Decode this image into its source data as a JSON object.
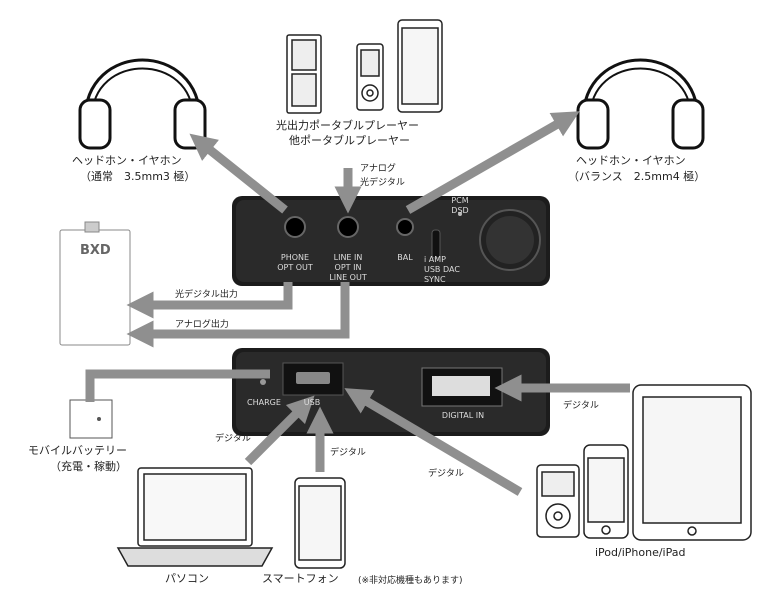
{
  "labels": {
    "headphone_left": "ヘッドホン・イヤホン",
    "headphone_left_sub": "（通常　3.5mm3 極）",
    "headphone_right": "ヘッドホン・イヤホン",
    "headphone_right_sub": "（バランス　2.5mm4 極）",
    "player_line1": "光出力ポータブルプレーヤー",
    "player_line2": "他ポータブルプレーヤー",
    "analog_top": "アナログ",
    "optical_top": "光デジタル",
    "optical_out": "光デジタル出力",
    "analog_out": "アナログ出力",
    "battery_line1": "モバイルバッテリー",
    "battery_line2": "（充電・稼動）",
    "pc": "パソコン",
    "smartphone": "スマートフォン",
    "smartphone_note": "(※非対応機種もあります)",
    "ios": "iPod/iPhone/iPad",
    "digital_pc": "デジタル",
    "digital_phone": "デジタル",
    "digital_ios_mid": "デジタル",
    "digital_ipad": "デジタル"
  },
  "panel_top": {
    "phone": "PHONE\nOPT OUT",
    "line": "LINE IN\nOPT IN\nLINE OUT",
    "bal": "BAL",
    "pcm": "PCM\nDSD",
    "switch": "i AMP\nUSB DAC\nSYNC"
  },
  "panel_bottom": {
    "charge": "CHARGE",
    "usb": "USB",
    "digital_in": "DIGITAL IN"
  },
  "device": {
    "brand": "BXD"
  }
}
